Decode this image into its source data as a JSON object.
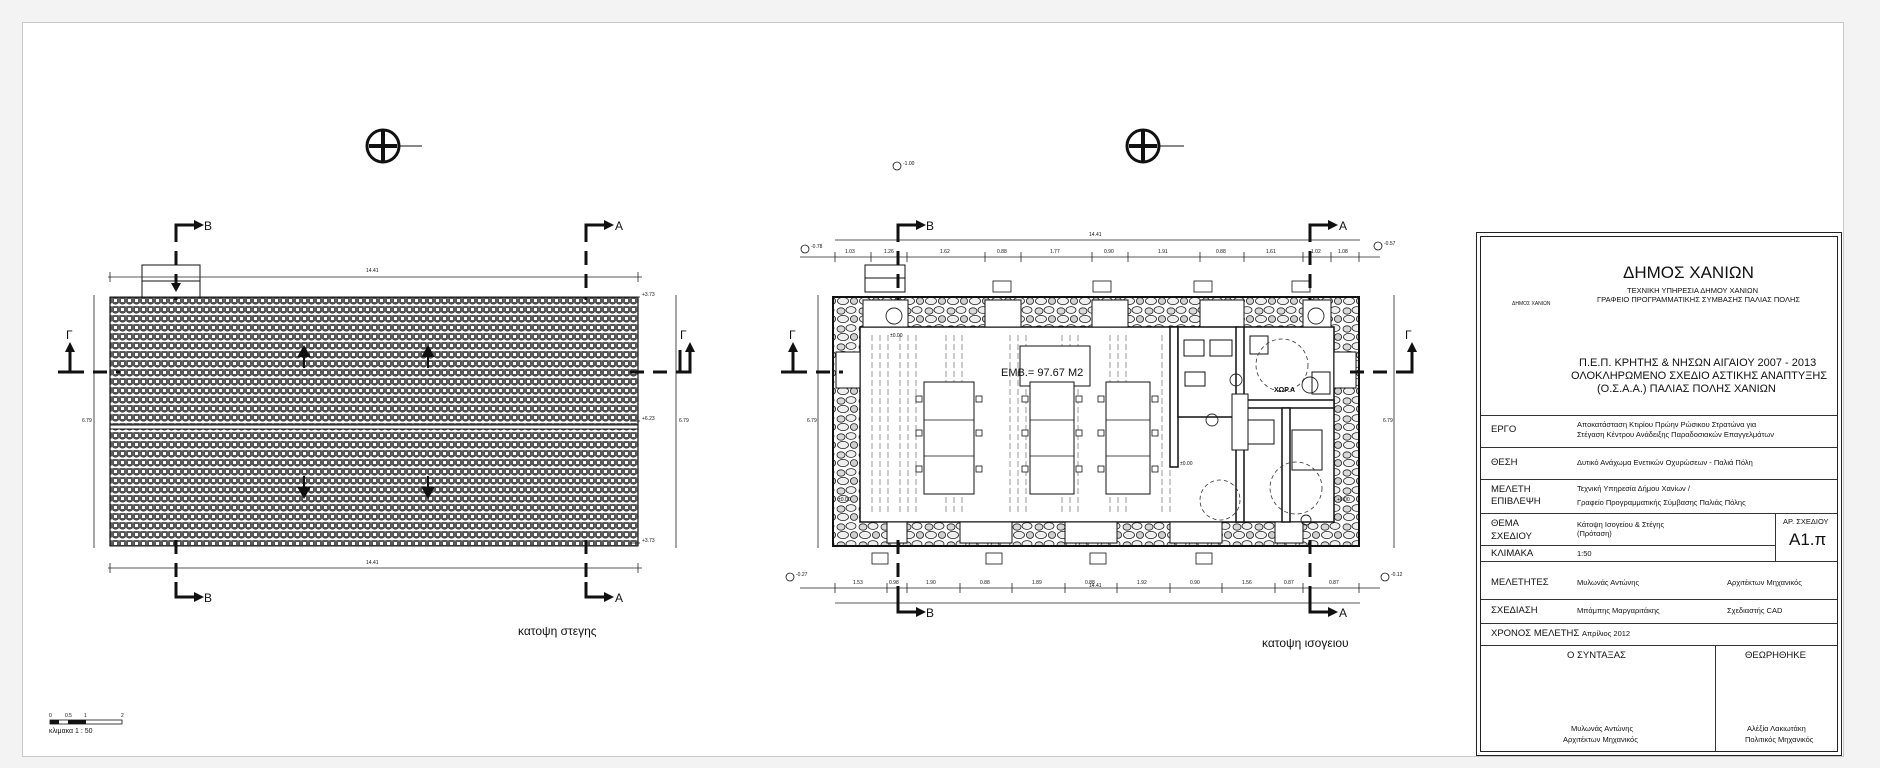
{
  "drawing": {
    "title_roof_plan": "κατοψη στεγης",
    "title_ground_plan": "κατοψη ισογειου",
    "area_label": "ΕΜΒ.= 97.67 Μ2",
    "scale_bar": {
      "ticks": [
        "0",
        "0.5",
        "1",
        "2"
      ],
      "label": "κλιμακα 1 : 50"
    },
    "section_markers": {
      "a": "Α",
      "b": "Β",
      "g": "Γ"
    },
    "roof_dims": {
      "top_total": "14.41",
      "bottom_total": "14.41",
      "left_side": "6.79",
      "right_side": "6.79",
      "levels": [
        "+3.73",
        "+6.23",
        "+3.73"
      ]
    },
    "ground_dims": {
      "top_total": "14.41",
      "top_segments": [
        "1.03",
        "1.26",
        "1.62",
        "0.88",
        "1.77",
        "0.90",
        "1.91",
        "0.88",
        "1.61",
        "1.02",
        "1.08"
      ],
      "bottom_total": "14.41",
      "bottom_segments": [
        "1.53",
        "0.98",
        "1.90",
        "0.88",
        "1.89",
        "0.88",
        "1.92",
        "0.90",
        "1.56",
        "0.87",
        "0.87"
      ],
      "left_side": "6.79",
      "right_side": "6.79",
      "levels": [
        "-0.78",
        "-0.57",
        "-0.27",
        "-0.12",
        "-1.00",
        "±0.00",
        "±0.00",
        "±0.00",
        "+0.00"
      ],
      "toilet_label": "ΧΩΡ.Α"
    }
  },
  "title_block": {
    "municipality": "ΔΗΜΟΣ ΧΑΝΙΩΝ",
    "sub1": "ΤΕΧΝΙΚΗ ΥΠΗΡΕΣΙΑ ΔΗΜΟΥ ΧΑΝΙΩΝ",
    "sub2": "ΓΡΑΦΕΙΟ ΠΡΟΓΡΑΜΜΑΤΙΚΗΣ ΣΥΜΒΑΣΗΣ ΠΑΛΙΑΣ ΠΟΛΗΣ",
    "logo_text": "ΔΗΜΟΣ ΧΑΝΙΩΝ",
    "program1": "Π.Ε.Π. ΚΡΗΤΗΣ & ΝΗΣΩΝ ΑΙΓΑΙΟΥ 2007 - 2013",
    "program2": "ΟΛΟΚΛΗΡΩΜΕΝΟ ΣΧΕΔΙΟ ΑΣΤΙΚΗΣ ΑΝΑΠΤΥΞΗΣ",
    "program3": "(Ο.Σ.Α.Α.) ΠΑΛΙΑΣ ΠΟΛΗΣ ΧΑΝΙΩΝ",
    "rows": {
      "ergo_label": "ΕΡΓΟ",
      "ergo_value1": "Αποκατάσταση Κτιρίου Πρώην Ρώσικου Στρατώνα για",
      "ergo_value2": "Στέγαση Κέντρου Ανάδειξης Παραδοσιακών Επαγγελμάτων",
      "thesi_label": "ΘΕΣΗ",
      "thesi_value": "Δυτικό Ανάχωμα Ενετικών Οχυρώσεων - Παλιά Πόλη",
      "meleti_label1": "ΜΕΛΕΤΗ",
      "meleti_label2": "ΕΠΙΒΛΕΨΗ",
      "meleti_value1": "Τεχνική Υπηρεσία Δήμου Χανίων /",
      "meleti_value2": "Γραφείο Προγραμματικής Σύμβασης Παλιάς Πόλης",
      "thema_label1": "ΘΕΜΑ",
      "thema_label2": "ΣΧΕΔΙΟΥ",
      "thema_value1": "Κάτοψη Ισογείου & Στέγης",
      "thema_value2": "(Πρόταση)",
      "ar_label": "ΑΡ. ΣΧΕΔΙΟΥ",
      "ar_value": "Α1.π",
      "klimaka_label": "ΚΛΙΜΑΚΑ",
      "klimaka_value": "1:50",
      "meletites_label": "ΜΕΛΕΤΗΤΕΣ",
      "meletites_name": "Μυλωνάς Αντώνης",
      "meletites_role": "Αρχιτέκτων Μηχανικός",
      "sxediasi_label": "ΣΧΕΔΙΑΣΗ",
      "sxediasi_name": "Μπάμπης Μαργαριτάκης",
      "sxediasi_role": "Σχεδιαστής CAD",
      "xronos_label": "ΧΡΟΝΟΣ ΜΕΛΕΤΗΣ",
      "xronos_value": "Απρίλιος   2012",
      "syntaxas_label": "Ο ΣΥΝΤΑΞΑΣ",
      "syntaxas_name": "Μυλωνάς Αντώνης",
      "syntaxas_role": "Αρχιτέκτων Μηχανικός",
      "theorithike_label": "ΘΕΩΡΗΘΗΚΕ",
      "theorithike_name": "Αλέξία Λακιωτάκη",
      "theorithike_role": "Πολιτικός Μηχανικός"
    }
  }
}
